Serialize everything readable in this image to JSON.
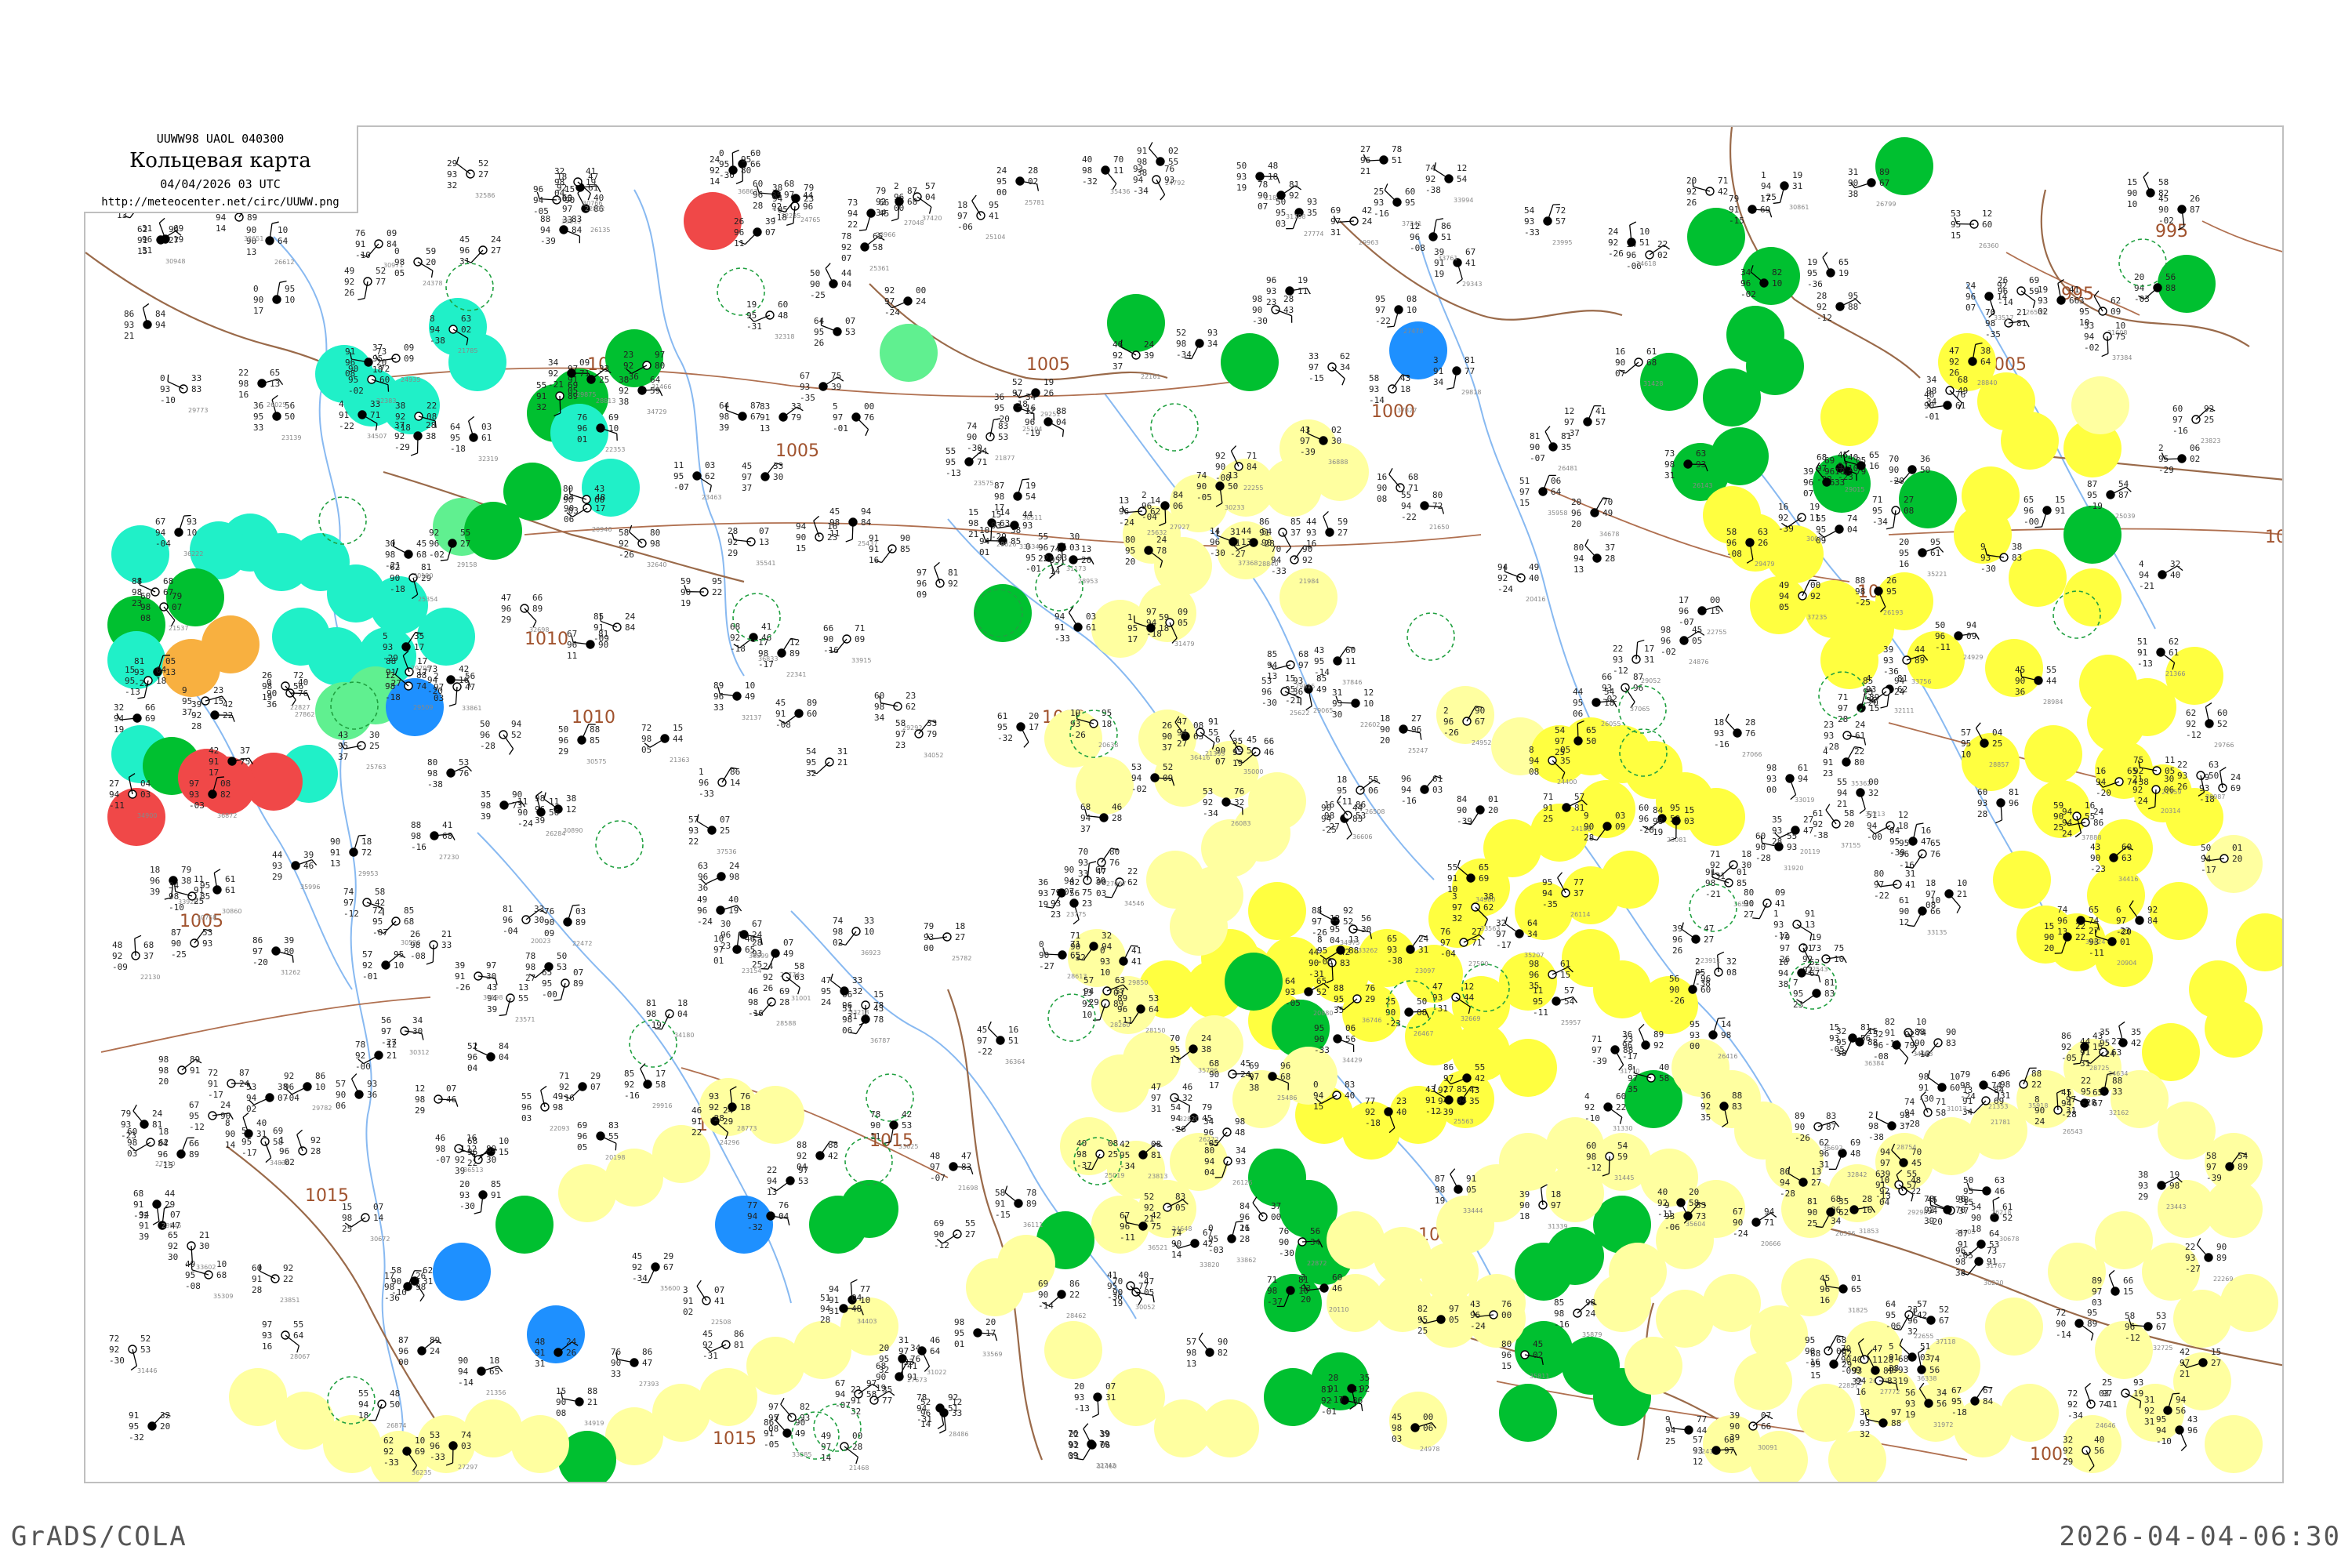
{
  "legend": {
    "code": "UUWW98 UAOL 040300",
    "title": "Кольцевая карта",
    "date": "04/04/2026 03 UTC",
    "url": "http://meteocenter.net/circ/UUWW.png"
  },
  "footer": {
    "left": "GrADS/COLA",
    "right": "2026-04-04-06:30"
  },
  "colors": {
    "frame": "#bfbfbf",
    "isobar": "#a0522d",
    "river": "#4a90e2",
    "border": "#8b5a3c",
    "green": "#00c030",
    "yellow": "#ffff40",
    "pale_yellow": "#ffffa0",
    "cyan": "#20f0c8",
    "light_green": "#60f090",
    "blue": "#1e90ff",
    "red": "#f04848",
    "orange": "#f8b040"
  },
  "isobar_labels": [
    {
      "text": "1000"
    },
    {
      "text": "1005"
    },
    {
      "text": "1010"
    },
    {
      "text": "1015"
    },
    {
      "text": "1000"
    },
    {
      "text": "1005"
    },
    {
      "text": "1010"
    },
    {
      "text": "1015"
    },
    {
      "text": "1000"
    },
    {
      "text": "1005"
    },
    {
      "text": "995"
    },
    {
      "text": "995"
    },
    {
      "text": "1000"
    },
    {
      "text": "1005"
    },
    {
      "text": "1005"
    },
    {
      "text": "1010"
    },
    {
      "text": "1015"
    },
    {
      "text": "1015"
    },
    {
      "text": "1010"
    },
    {
      "text": "1005"
    }
  ],
  "stations": [
    {
      "id": "27612",
      "p": "960",
      "t": "96",
      "td": "12"
    },
    {
      "id": "26063",
      "p": "046",
      "t": "96",
      "td": "22"
    },
    {
      "id": "28698",
      "p": "059",
      "t": "97",
      "td": "08"
    },
    {
      "id": "34122",
      "p": "084",
      "t": "97",
      "td": "21"
    },
    {
      "id": "33345",
      "p": "123",
      "t": "97",
      "td": "31"
    }
  ]
}
